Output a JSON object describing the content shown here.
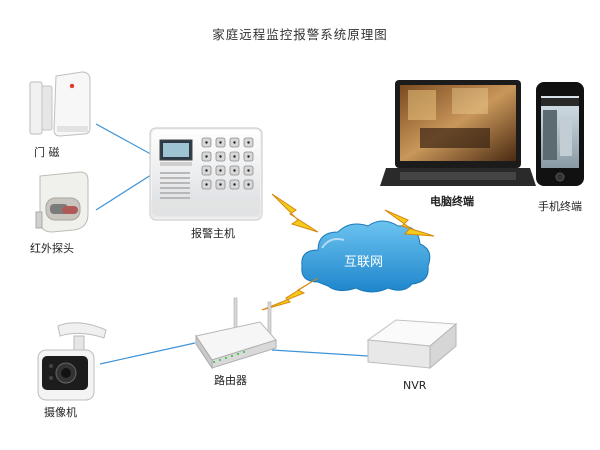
{
  "title": "家庭远程监控报警系统原理图",
  "nodes": {
    "door_sensor": {
      "label": "门 磁"
    },
    "infrared_probe": {
      "label": "红外探头"
    },
    "alarm_host": {
      "label": "报警主机"
    },
    "internet": {
      "label": "互联网"
    },
    "pc_terminal": {
      "label": "电脑终端"
    },
    "mobile_terminal": {
      "label": "手机终端"
    },
    "camera": {
      "label": "摄像机"
    },
    "router": {
      "label": "路由器"
    },
    "nvr": {
      "label": "NVR"
    }
  },
  "colors": {
    "wire": "#3f93d6",
    "cloud": "#2f97d7",
    "bolt_fill": "#f5cb1a",
    "bolt_stroke": "#d8860c"
  }
}
